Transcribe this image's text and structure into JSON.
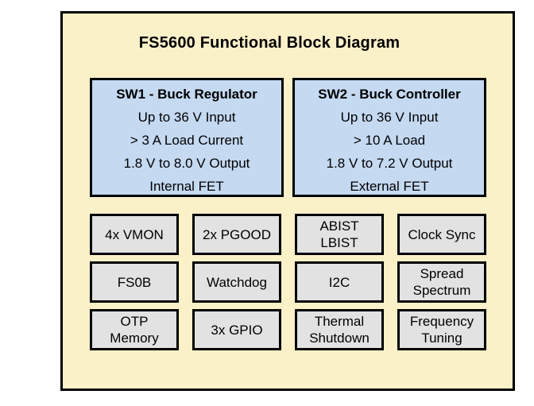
{
  "title": "FS5600 Functional Block Diagram",
  "colors": {
    "frame_background": "#FBF1C9",
    "feature_box_background": "#C5D9F1",
    "block_box_background": "#E2E2E2",
    "border": "#000000",
    "text": "#000000"
  },
  "feature_boxes": [
    {
      "title": "SW1 - Buck Regulator",
      "lines": [
        "Up to 36 V Input",
        "> 3 A Load Current",
        "1.8 V to 8.0 V Output",
        "Internal FET"
      ]
    },
    {
      "title": "SW2 - Buck Controller",
      "lines": [
        "Up to 36 V Input",
        "> 10 A Load",
        "1.8 V to 7.2 V Output",
        "External FET"
      ]
    }
  ],
  "blocks": [
    {
      "label": "4x VMON"
    },
    {
      "label": "2x PGOOD"
    },
    {
      "label": [
        "ABIST",
        "LBIST"
      ]
    },
    {
      "label": "Clock Sync"
    },
    {
      "label": "FS0B"
    },
    {
      "label": "Watchdog"
    },
    {
      "label": "I2C"
    },
    {
      "label": [
        "Spread",
        "Spectrum"
      ]
    },
    {
      "label": [
        "OTP",
        "Memory"
      ]
    },
    {
      "label": "3x GPIO"
    },
    {
      "label": [
        "Thermal",
        "Shutdown"
      ]
    },
    {
      "label": [
        "Frequency",
        "Tuning"
      ]
    }
  ]
}
